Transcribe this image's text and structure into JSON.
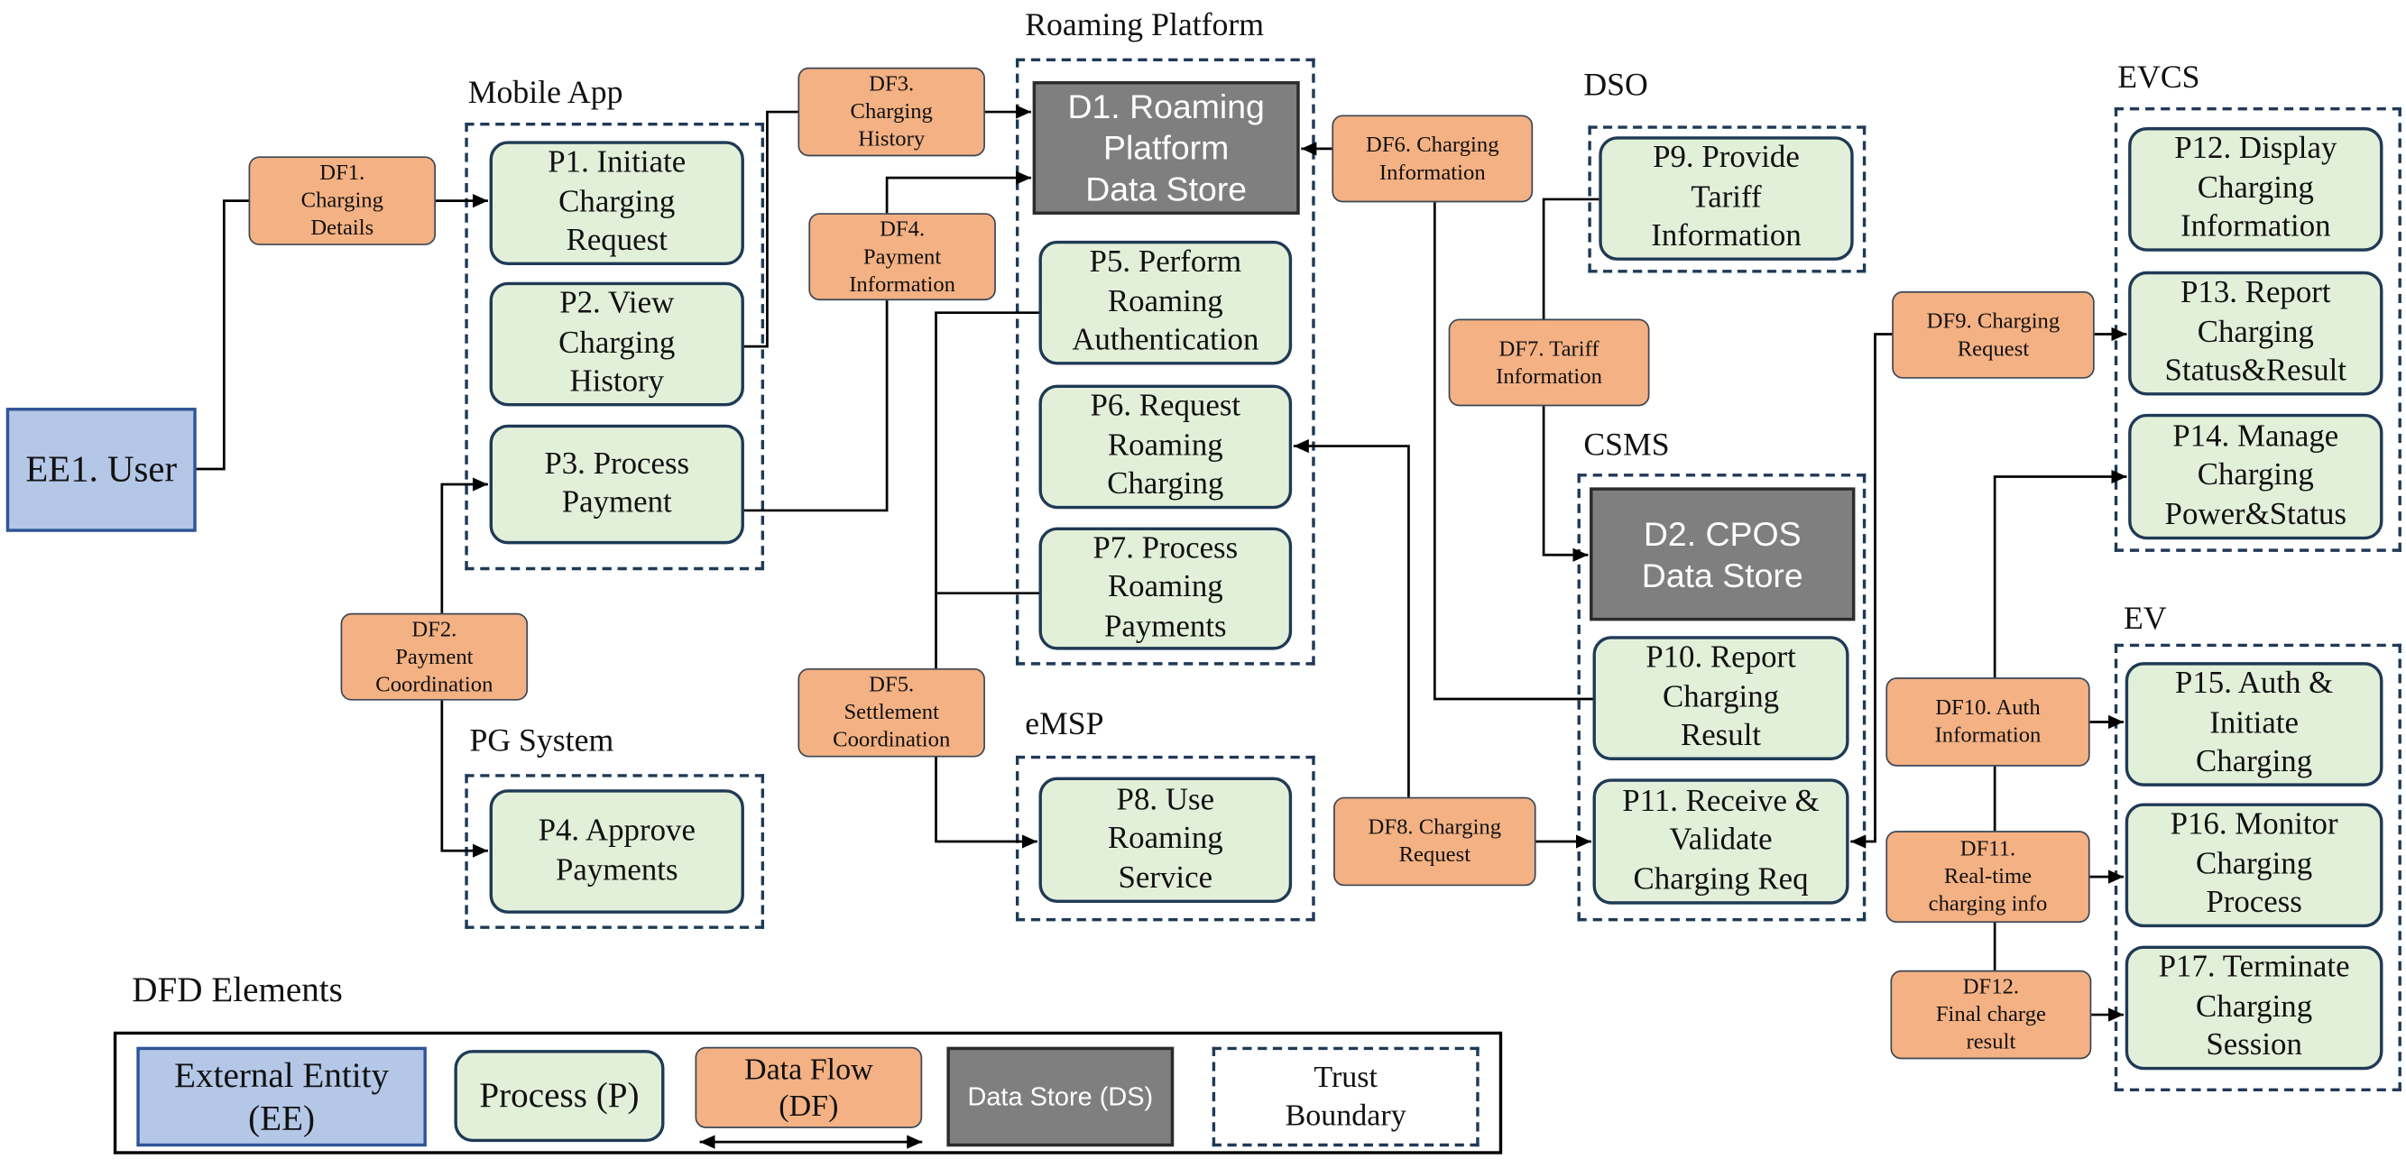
{
  "trust_boundaries": {
    "roaming_platform": "Roaming Platform",
    "mobile_app": "Mobile App",
    "dso": "DSO",
    "evcs": "EVCS",
    "csms": "CSMS",
    "ev": "EV",
    "pg_system": "PG System",
    "emsp": "eMSP"
  },
  "external_entities": {
    "ee1": "EE1. User"
  },
  "processes": {
    "p1": "P1. Initiate\nCharging\nRequest",
    "p2": "P2. View\nCharging\nHistory",
    "p3": "P3. Process\nPayment",
    "p4": "P4. Approve\nPayments",
    "p5": "P5. Perform\nRoaming\nAuthentication",
    "p6": "P6. Request\nRoaming\nCharging",
    "p7": "P7. Process\nRoaming\nPayments",
    "p8": "P8. Use\nRoaming\nService",
    "p9": "P9. Provide\nTariff\nInformation",
    "p10": "P10. Report\nCharging\nResult",
    "p11": "P11. Receive &\nValidate\nCharging Req",
    "p12": "P12. Display\nCharging\nInformation",
    "p13": "P13. Report\nCharging\nStatus&Result",
    "p14": "P14. Manage\nCharging\nPower&Status",
    "p15": "P15. Auth &\nInitiate\nCharging",
    "p16": "P16. Monitor\nCharging\nProcess",
    "p17": "P17. Terminate\nCharging\nSession"
  },
  "data_stores": {
    "d1": "D1. Roaming\nPlatform\nData Store",
    "d2": "D2. CPOS\nData Store"
  },
  "data_flows": {
    "df1": "DF1.\nCharging\nDetails",
    "df2": "DF2.\nPayment\nCoordination",
    "df3": "DF3.\nCharging\nHistory",
    "df4": "DF4.\nPayment\nInformation",
    "df5": "DF5.\nSettlement\nCoordination",
    "df6": "DF6. Charging\nInformation",
    "df7": "DF7. Tariff\nInformation",
    "df8": "DF8. Charging\nRequest",
    "df9": "DF9. Charging\nRequest",
    "df10": "DF10. Auth\nInformation",
    "df11": "DF11.\nReal-time\ncharging info",
    "df12": "DF12.\nFinal charge\nresult"
  },
  "legend": {
    "title": "DFD Elements",
    "external_entity": "External Entity\n(EE)",
    "process": "Process (P)",
    "data_flow": "Data Flow\n(DF)",
    "data_store": "Data Store (DS)",
    "trust_boundary": "Trust\nBoundary"
  },
  "colors": {
    "external_entity_fill": "#b4c7e7",
    "external_entity_stroke": "#2f5597",
    "process_fill": "#e2f0d9",
    "process_stroke": "#1f3a56",
    "data_flow_fill": "#f4b183",
    "data_flow_stroke": "#3b4656",
    "data_store_fill": "#7f7f7f",
    "data_store_stroke": "#2b2b2b",
    "boundary_stroke": "#1f3a56",
    "line": "#000000"
  }
}
